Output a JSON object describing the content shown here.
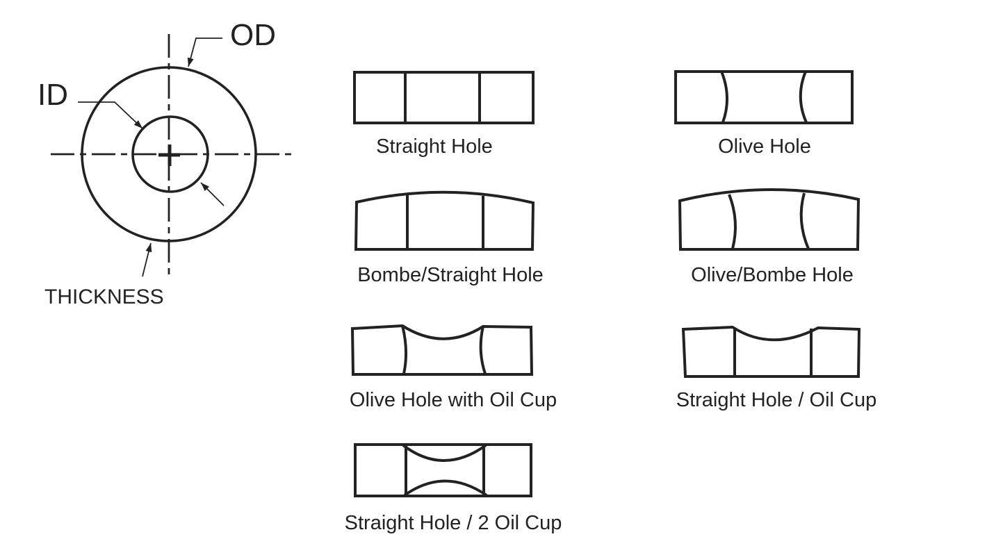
{
  "figure": {
    "dimension_labels": {
      "od": "OD",
      "id": "ID",
      "thickness": "THICKNESS"
    },
    "hole_types": [
      {
        "label": "Straight Hole"
      },
      {
        "label": "Olive Hole"
      },
      {
        "label": "Bombe/Straight Hole"
      },
      {
        "label": "Olive/Bombe Hole"
      },
      {
        "label": "Olive Hole with Oil Cup"
      },
      {
        "label": "Straight Hole / Oil Cup"
      },
      {
        "label": "Straight Hole / 2 Oil Cup"
      }
    ],
    "colors": {
      "line": "#242122",
      "background": "#ffffff"
    }
  }
}
